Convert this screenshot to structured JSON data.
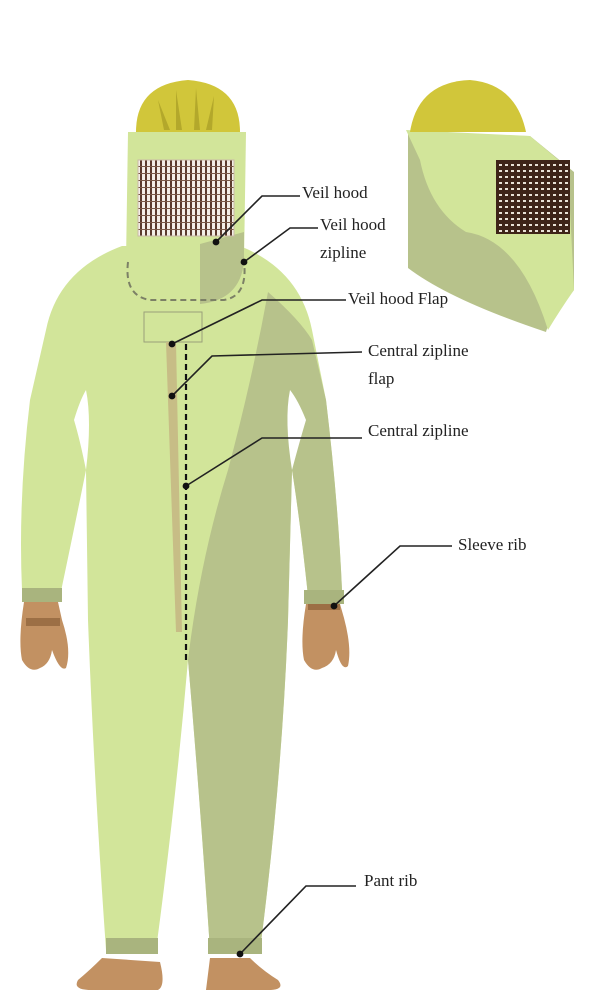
{
  "colors": {
    "suit_light": "#d2e59a",
    "suit_shade": "#b7c28b",
    "helmet": "#d1c63a",
    "helmet_shade": "#b3a82b",
    "mesh_dark": "#4a2e22",
    "skin": "#c29162",
    "skin_shade": "#9c6f45",
    "rib": "#a9b47e",
    "zip_flap": "#c7bd86",
    "leader_line": "#222222",
    "dot": "#111111"
  },
  "icons": {
    "helmet": "hard-hat-icon",
    "mesh": "mesh-veil-icon"
  },
  "labels": {
    "veil_hood": "Veil hood",
    "veil_hood_zipline_1": "Veil hood",
    "veil_hood_zipline_2": "zipline",
    "veil_hood_flap": "Veil hood Flap",
    "central_zipline_flap_1": "Central zipline",
    "central_zipline_flap_2": "flap",
    "central_zipline": "Central zipline",
    "sleeve_rib": "Sleeve rib",
    "pant_rib": "Pant rib"
  }
}
